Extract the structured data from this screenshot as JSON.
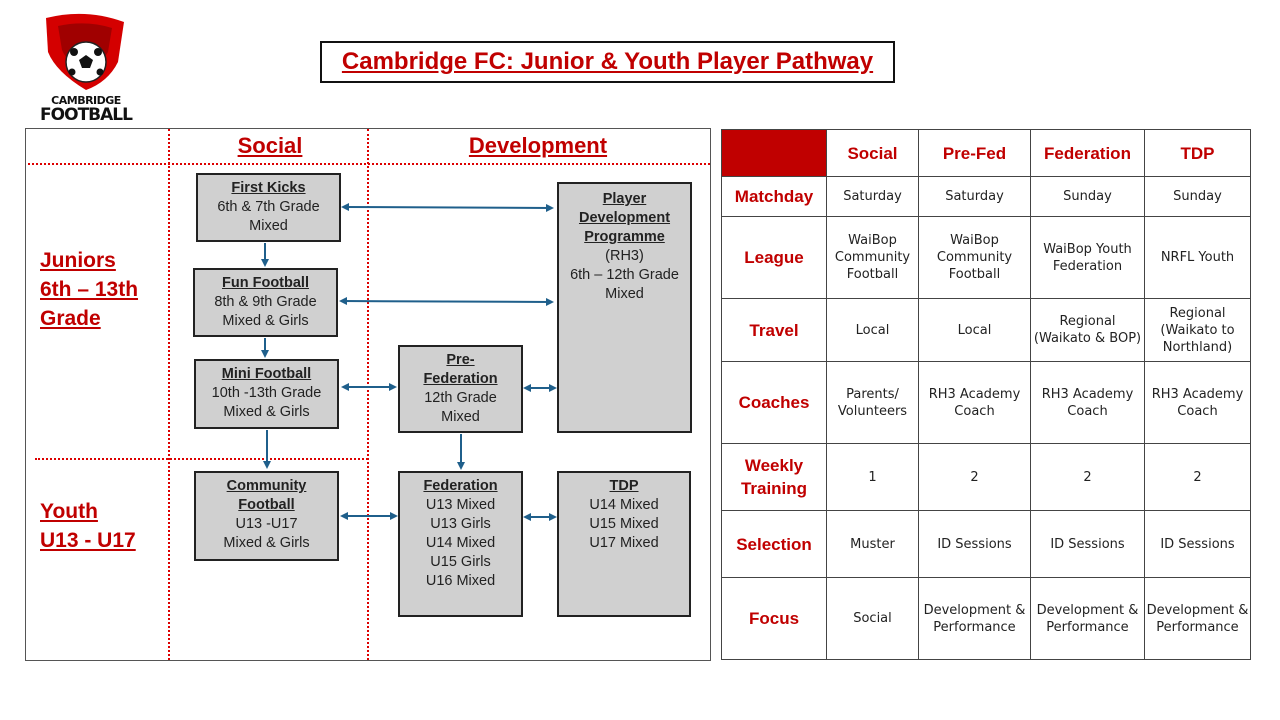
{
  "logo": {
    "line1": "CAMBRIDGE",
    "line2": "FOOTBALL"
  },
  "title": "Cambridge FC: Junior & Youth Player Pathway",
  "diagram": {
    "columns": [
      "Social",
      "Development"
    ],
    "rows": [
      {
        "line1": "Juniors",
        "line2": "6th – 13th",
        "line3": "Grade"
      },
      {
        "line1": "Youth",
        "line2": "U13 - U17"
      }
    ],
    "boxes": {
      "first_kicks": {
        "title": "First Kicks",
        "lines": [
          "6th & 7th Grade",
          "Mixed"
        ]
      },
      "fun_football": {
        "title": "Fun Football",
        "lines": [
          "8th & 9th Grade",
          "Mixed & Girls"
        ]
      },
      "mini_football": {
        "title": "Mini Football",
        "lines": [
          "10th -13th Grade",
          "Mixed & Girls"
        ]
      },
      "pre_federation": {
        "title1": "Pre-",
        "title2": "Federation",
        "lines": [
          "12th Grade",
          "Mixed"
        ]
      },
      "pdp": {
        "title1": "Player",
        "title2": "Development",
        "title3": "Programme",
        "lines": [
          "(RH3)",
          "6th – 12th Grade",
          "Mixed"
        ]
      },
      "community_football": {
        "title1": "Community",
        "title2": "Football",
        "lines": [
          "U13 -U17",
          "Mixed & Girls"
        ]
      },
      "federation": {
        "title": "Federation",
        "lines": [
          "U13 Mixed",
          "U13 Girls",
          "U14 Mixed",
          "U15 Girls",
          "U16 Mixed"
        ]
      },
      "tdp": {
        "title": "TDP",
        "lines": [
          "U14 Mixed",
          "U15 Mixed",
          "U17 Mixed"
        ]
      }
    },
    "arrow_color": "#1f5f8b"
  },
  "table": {
    "headers": [
      "Social",
      "Pre-Fed",
      "Federation",
      "TDP"
    ],
    "rows": [
      {
        "label": "Matchday",
        "cells": [
          "Saturday",
          "Saturday",
          "Sunday",
          "Sunday"
        ]
      },
      {
        "label": "League",
        "cells": [
          "WaiBop Community Football",
          "WaiBop Community Football",
          "WaiBop Youth Federation",
          "NRFL Youth"
        ]
      },
      {
        "label": "Travel",
        "cells": [
          "Local",
          "Local",
          "Regional (Waikato & BOP)",
          "Regional (Waikato to Northland)"
        ]
      },
      {
        "label": "Coaches",
        "cells": [
          "Parents/ Volunteers",
          "RH3 Academy Coach",
          "RH3 Academy Coach",
          "RH3 Academy Coach"
        ]
      },
      {
        "label": "Weekly Training",
        "cells": [
          "1",
          "2",
          "2",
          "2"
        ]
      },
      {
        "label": "Selection",
        "cells": [
          "Muster",
          "ID Sessions",
          "ID Sessions",
          "ID Sessions"
        ]
      },
      {
        "label": "Focus",
        "cells": [
          "Social",
          "Development & Performance",
          "Development & Performance",
          "Development & Performance"
        ]
      }
    ],
    "accent": "#c00000"
  }
}
